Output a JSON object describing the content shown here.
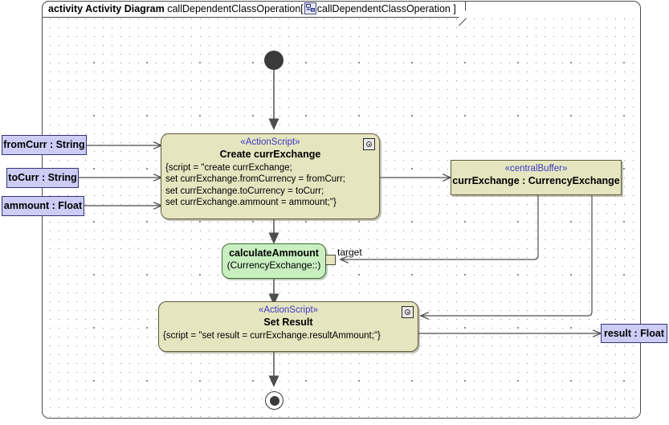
{
  "frame": {
    "keyword": "activity Activity Diagram",
    "name": "callDependentClassOperation",
    "bracket_open": "[",
    "icon": "activity-diagram-icon",
    "qualified_name": "callDependentClassOperation",
    "bracket_close": "]"
  },
  "nodes": {
    "initial": {
      "name": "initial-node"
    },
    "final": {
      "name": "activity-final-node"
    },
    "create_action": {
      "stereotype": "«ActionScript»",
      "title": "Create currExchange",
      "script_lines": [
        "{script = \"create currExchange;",
        "set currExchange.fromCurrency = fromCurr;",
        "set currExchange.toCurrency = toCurr;",
        "set currExchange.ammount = ammount;\"}"
      ],
      "badge": "script-badge-icon"
    },
    "set_result_action": {
      "stereotype": "«ActionScript»",
      "title": "Set Result",
      "script_lines": [
        "{script = \"set result = currExchange.resultAmmount;\"}"
      ],
      "badge": "script-badge-icon"
    },
    "central_buffer": {
      "stereotype": "«centralBuffer»",
      "label": "currExchange : CurrencyExchange"
    },
    "call_operation": {
      "title": "calculateAmmount",
      "subtitle": "(CurrencyExchange::)",
      "target_pin_label": "target"
    }
  },
  "parameters": [
    {
      "label": "fromCurr : String"
    },
    {
      "label": "toCurr : String"
    },
    {
      "label": "ammount : Float"
    },
    {
      "label": "result : Float"
    }
  ],
  "colors": {
    "action_fill": "#e5e5c0",
    "action_stroke": "#5c5c3d",
    "call_fill": "#c9efc0",
    "call_stroke": "#3d6b33",
    "pin_fill": "#ccccf5",
    "pin_stroke": "#33337a",
    "stereotype_text": "#3b3bc4",
    "edge": "#4d4d4d",
    "background": "#ffffff"
  }
}
